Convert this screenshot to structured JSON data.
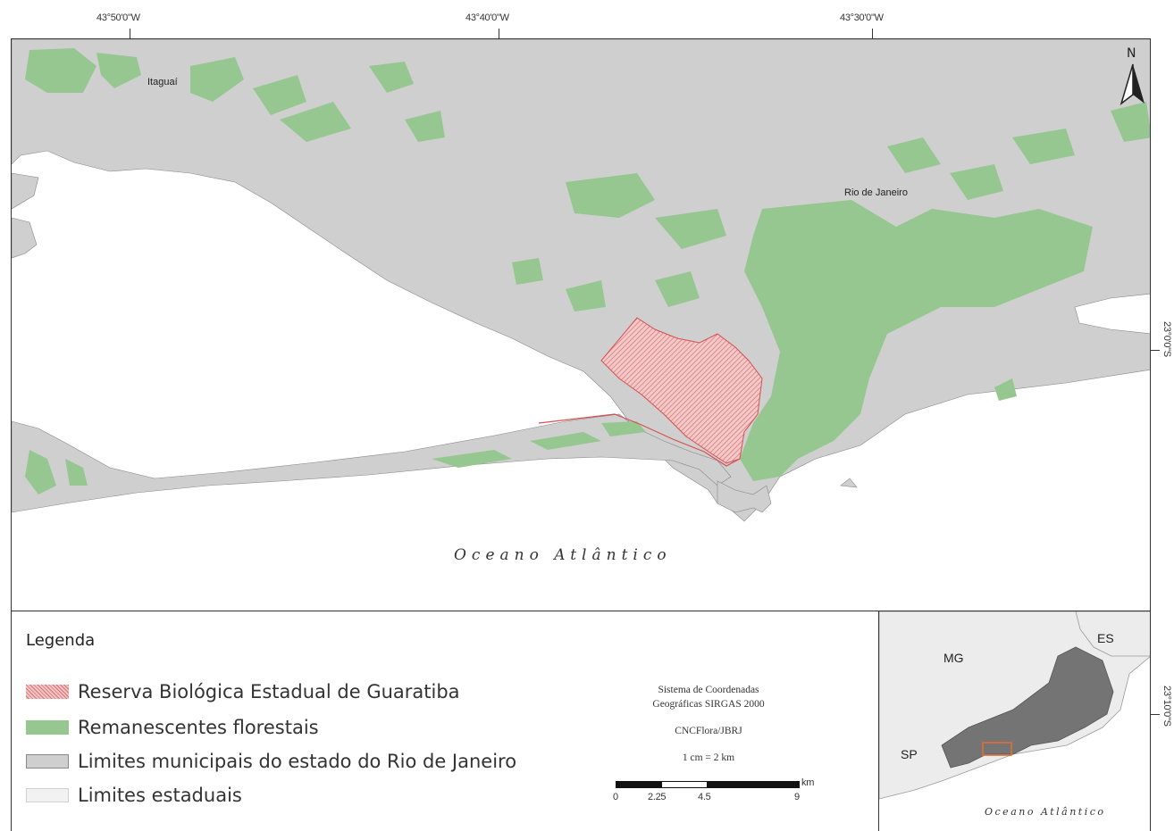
{
  "coordinates": {
    "top": [
      "43°50'0\"W",
      "43°40'0\"W",
      "43°30'0\"W"
    ],
    "right": [
      "23°0'0\"S",
      "23°10'0\"S"
    ]
  },
  "map": {
    "north_label": "N",
    "places": {
      "itaguai": "Itaguaí",
      "rio": "Rio de Janeiro"
    },
    "ocean": "Oceano Atlântico",
    "colors": {
      "land": "#cfcfcf",
      "forest": "#96c791",
      "reserve": "#e07070",
      "water": "#ffffff"
    }
  },
  "legend": {
    "title": "Legenda",
    "items": [
      {
        "label": "Reserva Biológica Estadual de Guaratiba",
        "kind": "reserve"
      },
      {
        "label": "Remanescentes florestais",
        "kind": "forest"
      },
      {
        "label": "Limites municipais do estado do Rio de Janeiro",
        "kind": "municipal"
      },
      {
        "label": "Limites estaduais",
        "kind": "state"
      }
    ]
  },
  "info": {
    "line1": "Sistema de Coordenadas",
    "line2": "Geográficas SIRGAS 2000",
    "credit": "CNCFlora/JBRJ",
    "scale_ratio": "1 cm = 2 km",
    "scale_unit": "km",
    "scale_ticks": [
      "0",
      "2.25",
      "4.5",
      "9"
    ]
  },
  "inset": {
    "states": {
      "mg": "MG",
      "es": "ES",
      "sp": "SP"
    },
    "ocean": "Oceano Atlântico"
  }
}
